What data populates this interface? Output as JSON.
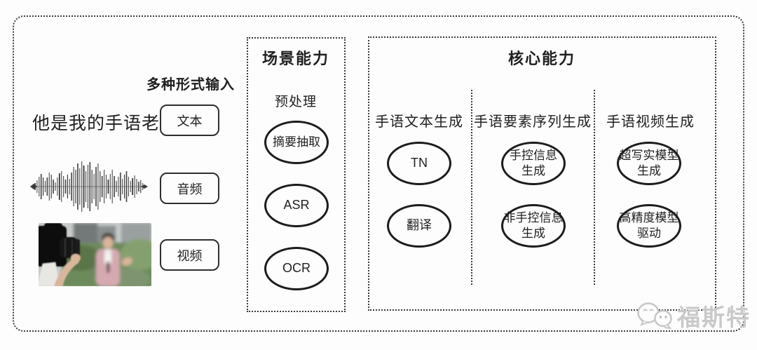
{
  "colors": {
    "ink": "#1f1f1f",
    "border": "#3a3a3a",
    "node_stroke": "#1c1c1c",
    "watermark": "#c9c9c9",
    "background": "#fdfdfd"
  },
  "input_section": {
    "title": "多种形式输入",
    "text_sample": "他是我的手语老师",
    "types": [
      "文本",
      "音频",
      "视频"
    ],
    "waveform_amplitudes": [
      5,
      9,
      14,
      18,
      13,
      8,
      13,
      20,
      17,
      10,
      6,
      13,
      19,
      22,
      15,
      10,
      17,
      11,
      20,
      28,
      24,
      33,
      26,
      36,
      30,
      22,
      31,
      35,
      24,
      18,
      28,
      33,
      22,
      15,
      24,
      17,
      10,
      18,
      24,
      15,
      8,
      14,
      20,
      11,
      17,
      22,
      14,
      8,
      12,
      16,
      11,
      7,
      9,
      5
    ]
  },
  "scene_panel": {
    "title": "场景能力",
    "subtitle": "预处理",
    "nodes": [
      "摘要抽取",
      "ASR",
      "OCR"
    ]
  },
  "core_panel": {
    "title": "核心能力",
    "columns": [
      {
        "header": "手语文本生成",
        "nodes": [
          [
            "TN"
          ],
          [
            "翻译"
          ]
        ]
      },
      {
        "header": "手语要素序列生成",
        "nodes": [
          [
            "手控信息",
            "生成"
          ],
          [
            "非手控信息",
            "生成"
          ]
        ]
      },
      {
        "header": "手语视频生成",
        "nodes": [
          [
            "超写实模型",
            "生成"
          ],
          [
            "高精度模型",
            "驱动"
          ]
        ]
      }
    ]
  },
  "watermark": {
    "text": "福斯特"
  }
}
